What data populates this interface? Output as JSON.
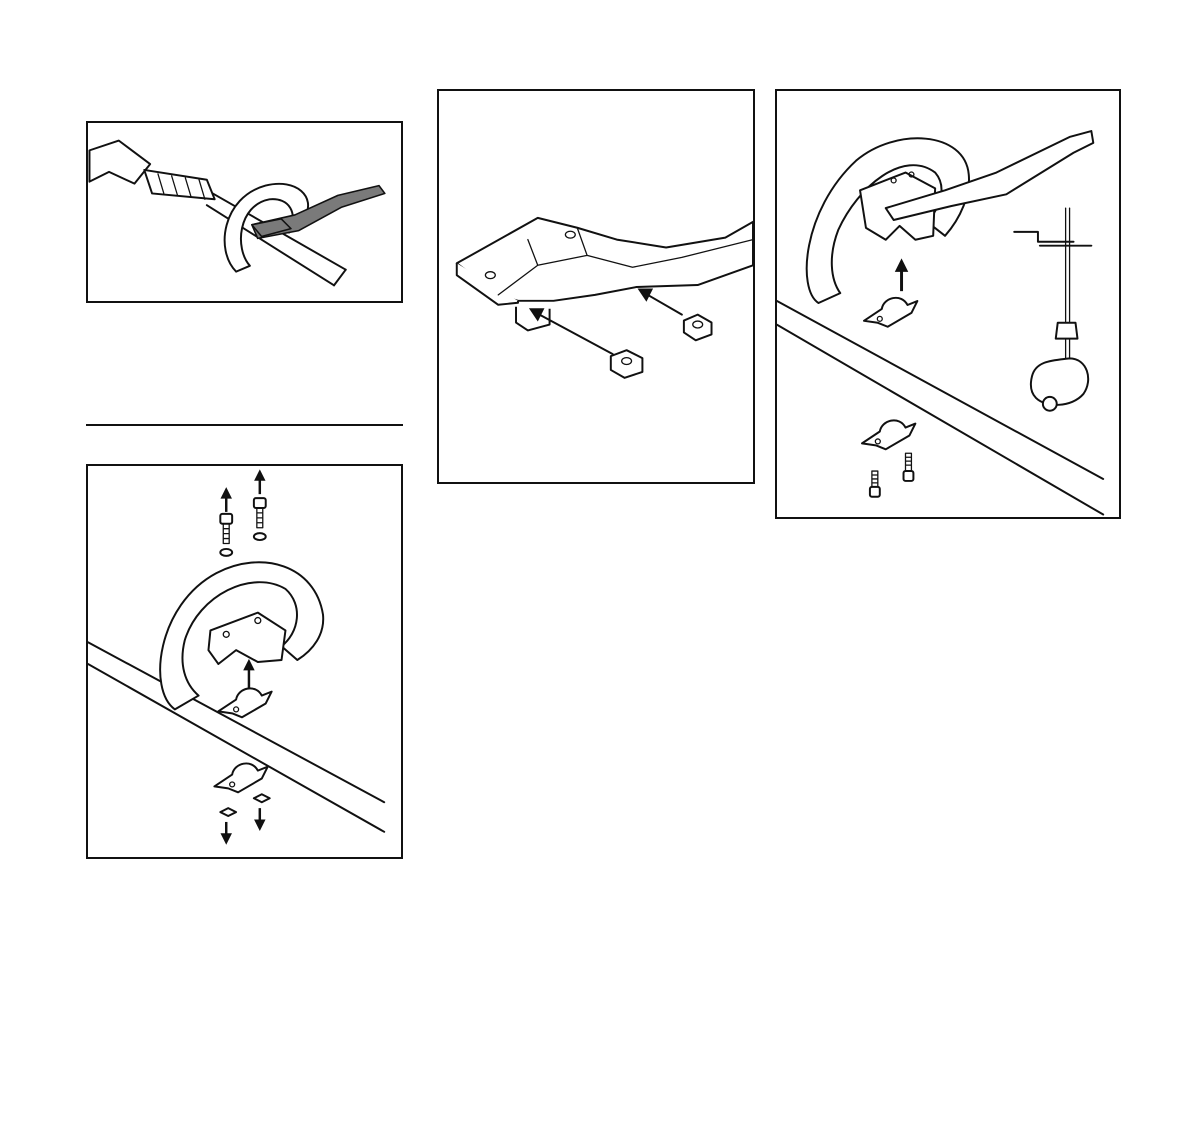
{
  "page": {
    "figures": [
      {
        "id": "fig-1",
        "content": "handle-mounting-overview"
      },
      {
        "id": "fig-2",
        "content": "loop-handle-removal-exploded"
      },
      {
        "id": "fig-3",
        "content": "square-nut-insertion"
      },
      {
        "id": "fig-4",
        "content": "clamp-and-bike-handle-layout"
      }
    ],
    "colors": {
      "line": "#111111",
      "background": "#ffffff",
      "shaded_part": "#7a7a7a"
    },
    "icons": [
      "arrow-up-icon",
      "arrow-down-icon",
      "screw-icon",
      "washer-icon",
      "square-nut-icon",
      "clamp-icon",
      "loop-handle-icon",
      "drive-tube-icon",
      "control-handle-icon"
    ]
  }
}
